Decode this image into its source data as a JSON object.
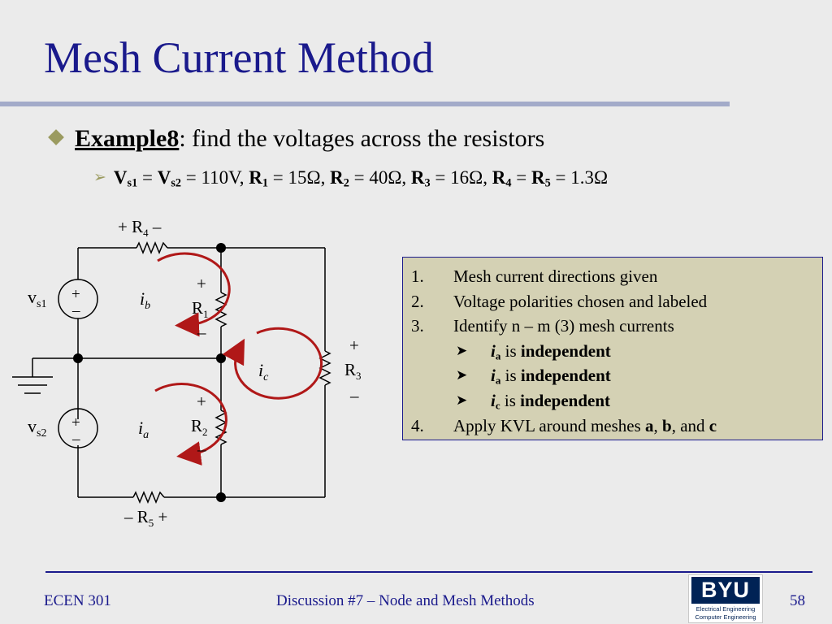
{
  "slide": {
    "title": "Mesh Current Method",
    "bullet": {
      "label": "Example8",
      "text": ": find the voltages across the resistors"
    },
    "given": {
      "vs1": "V",
      "vs1_sub": "s1",
      "eq1": " = ",
      "vs2": "V",
      "vs2_sub": "s2",
      "vs_value": " = 110V, ",
      "r1": "R",
      "r1_sub": "1",
      "r1_value": " = 15Ω, ",
      "r2": "R",
      "r2_sub": "2",
      "r2_value": " = 40Ω, ",
      "r3": "R",
      "r3_sub": "3",
      "r3_value": " = 16Ω, ",
      "r4": "R",
      "r4_sub": "4",
      "eq4": " = ",
      "r5": "R",
      "r5_sub": "5",
      "r45_value": " = 1.3Ω"
    }
  },
  "circuit": {
    "r4_label": "+ R",
    "r4_sub": "4",
    "r4_minus": " –",
    "r5_label": "– R",
    "r5_sub": "5",
    "r5_plus": " +",
    "r1_plus": "+",
    "r1_label": "R",
    "r1_sub": "1",
    "r1_minus": "–",
    "r2_plus": "+",
    "r2_label": "R",
    "r2_sub": "2",
    "r2_minus": "–",
    "r3_plus": "+",
    "r3_label": "R",
    "r3_sub": "3",
    "r3_minus": "–",
    "vs1_label": "v",
    "vs1_sub": "s1",
    "vs2_label": "v",
    "vs2_sub": "s2",
    "source_plus": "+",
    "source_minus": "–",
    "ib_label": "i",
    "ib_sub": "b",
    "ia_label": "i",
    "ia_sub": "a",
    "ic_label": "i",
    "ic_sub": "c",
    "wire_color": "#000000",
    "mesh_arrow_color": "#b01818"
  },
  "steps": {
    "items": [
      {
        "num": "1.",
        "text": "Mesh current directions given"
      },
      {
        "num": "2.",
        "text": "Voltage polarities chosen and labeled"
      },
      {
        "num": "3.",
        "text": "Identify n – m (3) mesh currents"
      }
    ],
    "sub_items": [
      {
        "var": "i",
        "sub": "a",
        "is": " is ",
        "status": "independent"
      },
      {
        "var": "i",
        "sub": "a",
        "is": " is ",
        "status": "independent"
      },
      {
        "var": "i",
        "sub": "c",
        "is": " is ",
        "status": "independent"
      }
    ],
    "step4": {
      "num": "4.",
      "text": "Apply KVL around meshes ",
      "a": "a",
      "sep1": ", ",
      "b": "b",
      "sep2": ", and ",
      "c": "c"
    }
  },
  "footer": {
    "course": "ECEN 301",
    "topic": "Discussion #7 – Node and Mesh Methods",
    "page": "58",
    "logo_mark": "BYU",
    "logo_line1": "Electrical Engineering",
    "logo_line2": "Computer Engineering"
  },
  "colors": {
    "title": "#1a1a8c",
    "background": "#ebebeb",
    "steps_box": "#d4d1b4",
    "bullet_diamond": "#9b9b60"
  }
}
